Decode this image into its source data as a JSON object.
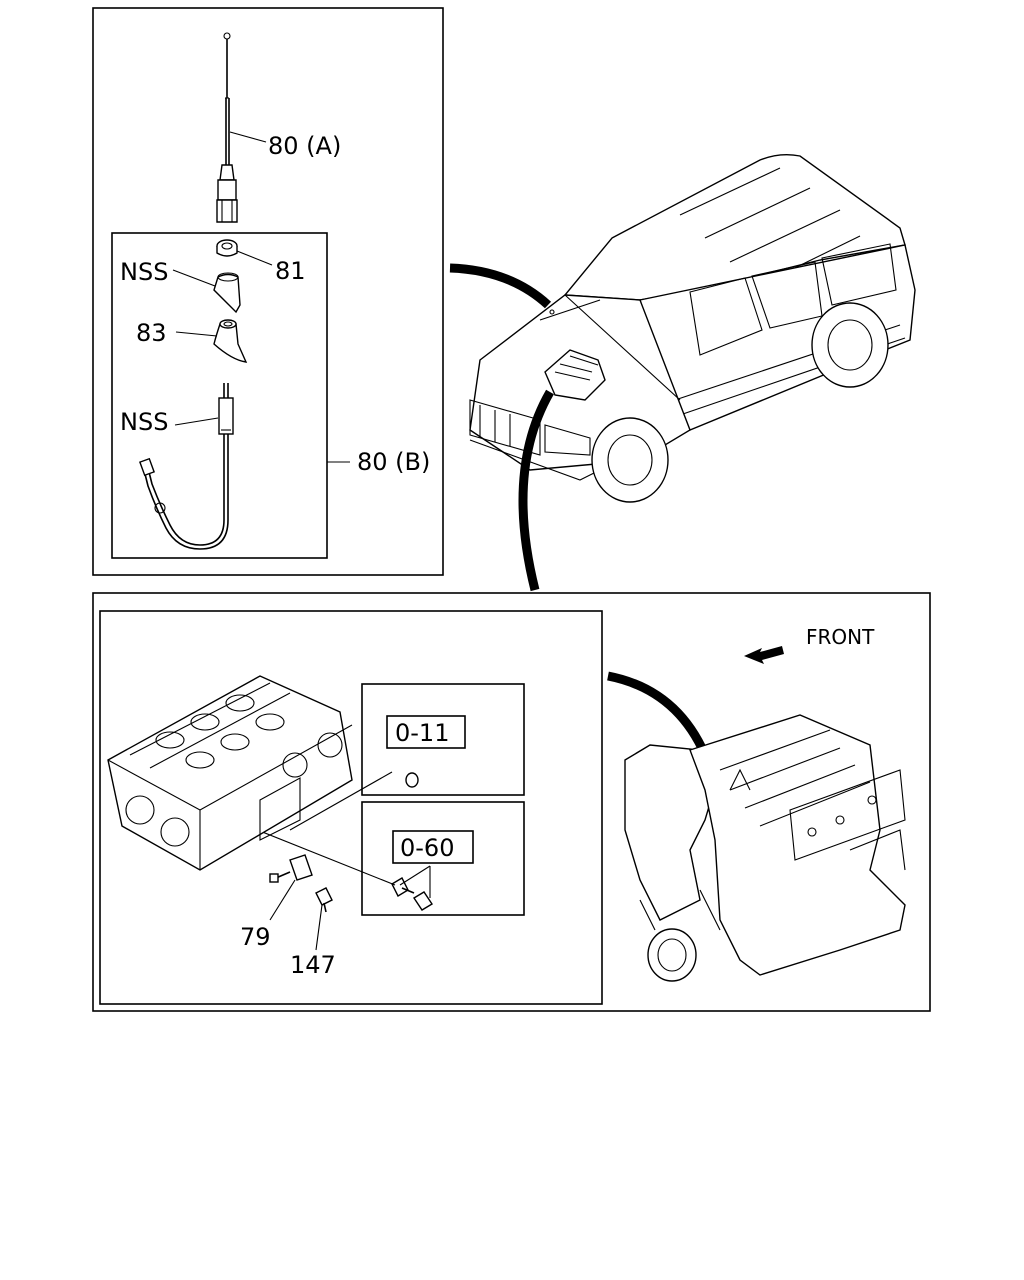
{
  "diagram": {
    "callouts": {
      "antenna_mast": "80 (A)",
      "antenna_nut": "81",
      "antenna_bezel_nss": "NSS",
      "antenna_base": "83",
      "antenna_cable_nss": "NSS",
      "antenna_assembly": "80 (B)",
      "sensor": "79",
      "bolt": "147"
    },
    "torque_boxes": {
      "plug": "0-11",
      "bolts": "0-60"
    },
    "front_indicator": "FRONT"
  }
}
